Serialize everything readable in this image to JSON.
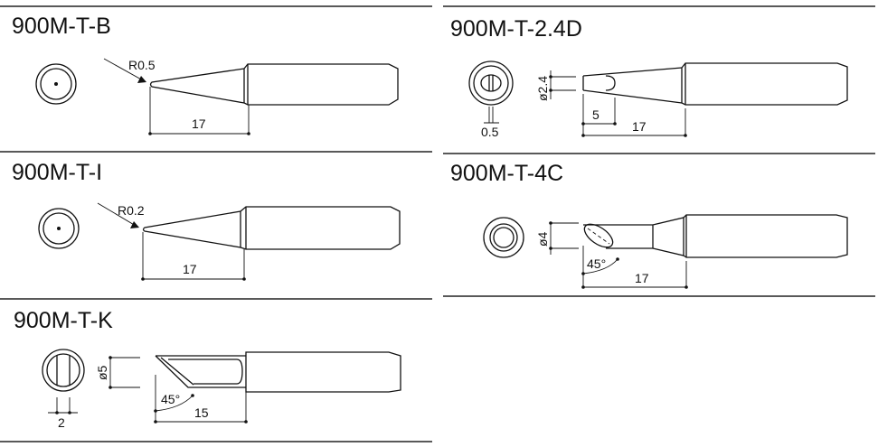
{
  "tips": [
    {
      "id": "B",
      "title": "900M-T-B",
      "labels": {
        "radius": "R0.5",
        "length": "17"
      }
    },
    {
      "id": "I",
      "title": "900M-T-I",
      "labels": {
        "radius": "R0.2",
        "length": "17"
      }
    },
    {
      "id": "K",
      "title": "900M-T-K",
      "labels": {
        "diameter": "ø5",
        "angle": "45°",
        "length": "15",
        "slot": "2"
      }
    },
    {
      "id": "2.4D",
      "title": "900M-T-2.4D",
      "labels": {
        "diameter": "ø2.4",
        "flat": "5",
        "length": "17",
        "thickness": "0.5"
      }
    },
    {
      "id": "4C",
      "title": "900M-T-4C",
      "labels": {
        "diameter": "ø4",
        "angle": "45°",
        "length": "17"
      }
    }
  ]
}
